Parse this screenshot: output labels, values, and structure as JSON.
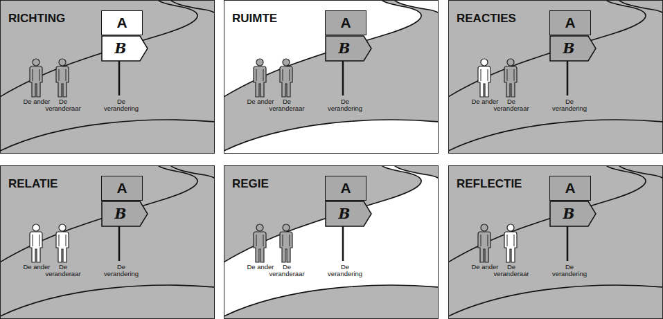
{
  "diagram": {
    "nodes": [
      {
        "text": [
          "RICHTING"
        ]
      },
      {
        "text": [
          "A"
        ],
        "in": 0
      },
      {
        "text": [
          "B"
        ],
        "in": 0
      },
      {
        "text": [
          "RUIMTE"
        ]
      },
      {
        "text": [
          "A"
        ],
        "in": 3
      },
      {
        "text": [
          "B"
        ],
        "in": 3
      },
      {
        "text": [
          "REACTIES"
        ]
      },
      {
        "text": [
          "A"
        ],
        "in": 6
      },
      {
        "text": [
          "B"
        ],
        "in": 6
      },
      {
        "text": [
          "RELATIE"
        ]
      },
      {
        "text": [
          "A"
        ],
        "in": 9
      },
      {
        "text": [
          "B"
        ],
        "in": 9
      },
      {
        "text": [
          "REGIE"
        ]
      },
      {
        "text": [
          "A"
        ],
        "in": 12
      },
      {
        "text": [
          "B"
        ],
        "in": 12
      },
      {
        "text": [
          "REFLECTIE"
        ]
      },
      {
        "text": [
          "A"
        ],
        "in": 15
      },
      {
        "text": [
          "B"
        ],
        "in": 15
      }
    ],
    "labels": [
      "De ander",
      "De veranderaar",
      "De verandering",
      "De ander",
      "De veranderaar",
      "De verandering",
      "De ander",
      "De veranderaar",
      "De verandering",
      "De ander",
      "De veranderaar",
      "De verandering",
      "De ander",
      "De veranderaar",
      "De verandering",
      "De ander",
      "De veranderaar",
      "De verandering"
    ]
  }
}
